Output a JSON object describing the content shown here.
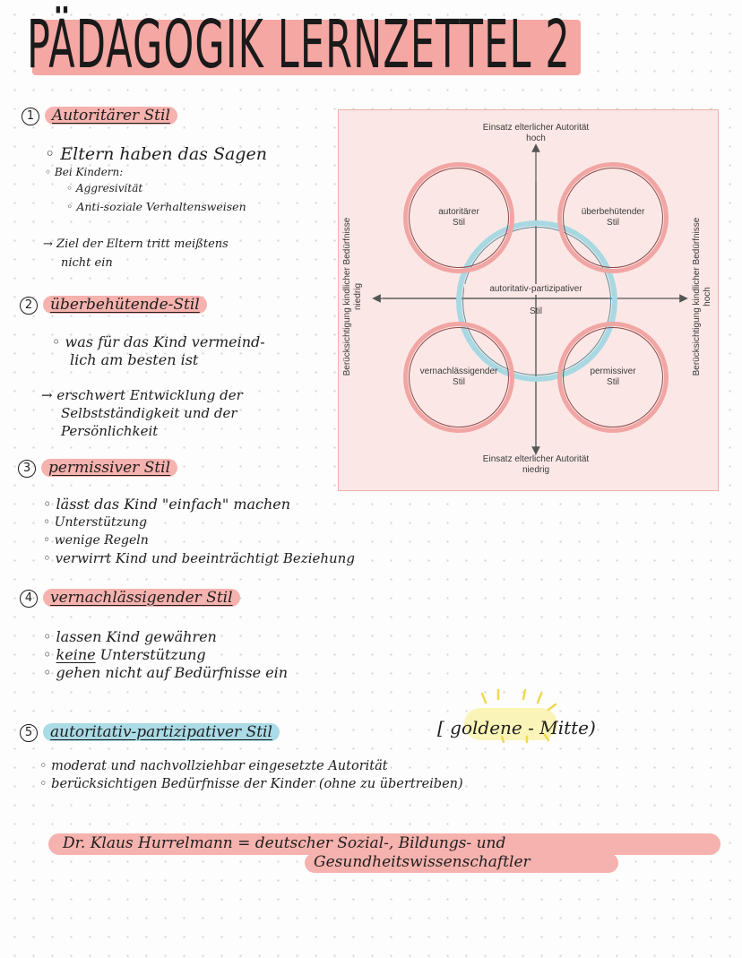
{
  "title": "PÄDAGOGIK LERNZETTEL 2",
  "sections": [
    {
      "number": "1",
      "heading": "Autoritärer Stil",
      "lines": [
        {
          "type": "bullet",
          "text": "Eltern haben das Sagen"
        },
        {
          "type": "bullet",
          "text": "Bei Kindern:"
        },
        {
          "type": "bullet",
          "text": "Aggresivität"
        },
        {
          "type": "bullet",
          "text": "Anti-soziale Verhaltensweisen"
        },
        {
          "type": "arrow",
          "text": "Ziel der Eltern tritt meißtens"
        },
        {
          "type": "cont",
          "text": "nicht ein"
        }
      ]
    },
    {
      "number": "2",
      "heading": "überbehütende-Stil",
      "lines": [
        {
          "type": "bullet",
          "text": "was für das Kind vermeind-"
        },
        {
          "type": "cont",
          "text": "lich am besten ist"
        },
        {
          "type": "arrow",
          "text": "erschwert Entwicklung der"
        },
        {
          "type": "cont",
          "text": "Selbstständigkeit und der"
        },
        {
          "type": "cont",
          "text": "Persönlichkeit"
        }
      ]
    },
    {
      "number": "3",
      "heading": "permissiver Stil",
      "lines": [
        {
          "type": "bullet",
          "text": "lässt das Kind \"einfach\" machen"
        },
        {
          "type": "bullet",
          "text": "Unterstützung"
        },
        {
          "type": "bullet",
          "text": "wenige Regeln"
        },
        {
          "type": "bullet",
          "text": "verwirrt Kind und beeinträchtigt Beziehung"
        }
      ]
    },
    {
      "number": "4",
      "heading": "vernachlässigender Stil",
      "lines": [
        {
          "type": "bullet",
          "text": "lassen Kind gewähren"
        },
        {
          "type": "bullet",
          "text_underlined": "keine",
          "text": " Unterstützung"
        },
        {
          "type": "bullet",
          "text": "gehen nicht auf Bedürfnisse ein"
        }
      ]
    },
    {
      "number": "5",
      "heading": "autoritativ-partizipativer Stil",
      "aside": "[ goldene - Mitte)",
      "lines": [
        {
          "type": "bullet",
          "text": "moderat und nachvollziehbar eingesetzte Autorität"
        },
        {
          "type": "bullet",
          "text": "berücksichtigen Bedürfnisse der Kinder (ohne zu übertreiben)"
        }
      ]
    }
  ],
  "footer": {
    "line1": "Dr. Klaus Hurrelmann = deutscher Sozial-, Bildungs- und",
    "line2": "Gesundheitswissenschaftler"
  },
  "diagram": {
    "top_label": [
      "Einsatz elterlicher Autorität",
      "hoch"
    ],
    "bottom_label": [
      "Einsatz elterlicher Autorität",
      "niedrig"
    ],
    "left_label": [
      "Berücksichtigung kindlicher Bedürfnisse",
      "niedrig"
    ],
    "right_label": [
      "Berücksichtigung kindlicher Bedürfnisse",
      "hoch"
    ],
    "circles": {
      "top_left": [
        "autoritärer",
        "Stil"
      ],
      "top_right": [
        "überbehütender",
        "Stil"
      ],
      "bottom_left": [
        "vernachlässigender",
        "Stil"
      ],
      "bottom_right": [
        "permissiver",
        "Stil"
      ],
      "center": [
        "autoritativ-partizipativer",
        "Stil"
      ]
    },
    "colors": {
      "ring": "#f1a6a4",
      "center_ring": "#a8d9e3",
      "background": "#fbe8e6"
    }
  }
}
